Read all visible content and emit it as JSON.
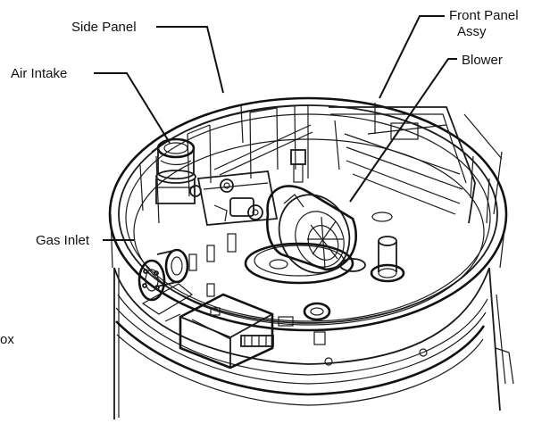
{
  "labels": {
    "side_panel": "Side Panel",
    "air_intake": "Air Intake",
    "front_panel_line1": "Front Panel",
    "front_panel_line2": "Assy",
    "blower": "Blower",
    "gas_inlet": "Gas Inlet",
    "partial_ox": "ox"
  }
}
